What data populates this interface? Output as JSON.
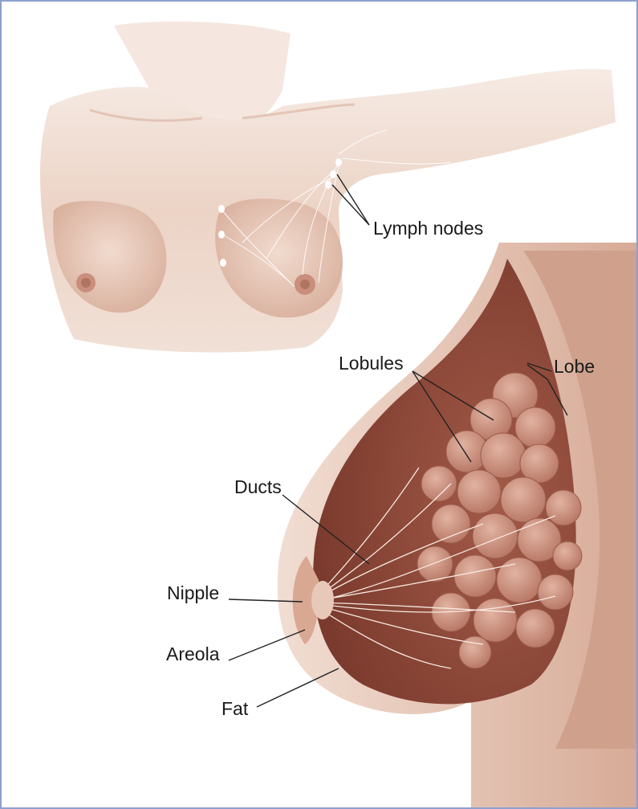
{
  "labels": {
    "lymph_nodes": "Lymph nodes",
    "lobules": "Lobules",
    "lobe": "Lobe",
    "ducts": "Ducts",
    "nipple": "Nipple",
    "areola": "Areola",
    "fat": "Fat"
  },
  "colors": {
    "frame_border": "#8fa0cf",
    "skin_light": "#f3e3da",
    "skin_mid": "#e4c3b2",
    "skin_shadow": "#c99c88",
    "tissue_dark": "#8e4a3a",
    "lobule": "#c78d7a",
    "duct": "#f5e8df",
    "label_text": "#1a1a1a"
  }
}
